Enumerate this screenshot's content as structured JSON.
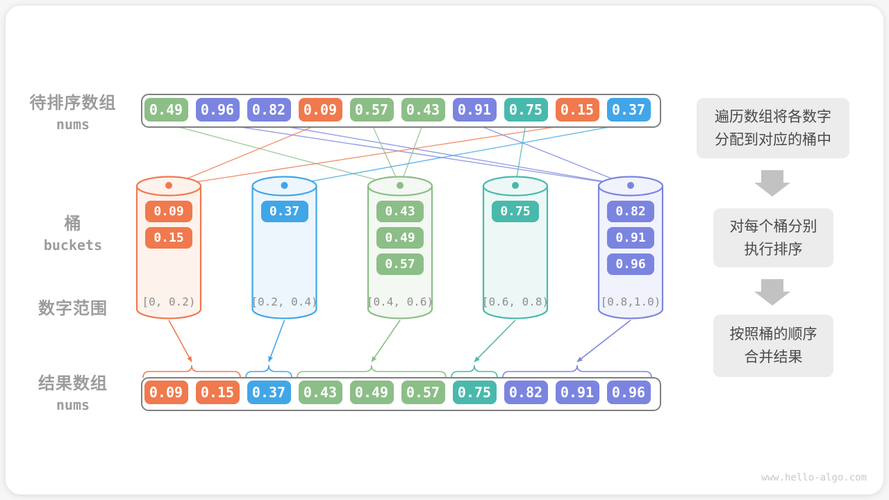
{
  "palette": {
    "green": "#8CBE87",
    "purple": "#7B85E0",
    "orange": "#F0794E",
    "teal": "#49B9AC",
    "blue": "#41A6E8",
    "light": {
      "green": "#F3F8F2",
      "purple": "#F0F2FC",
      "orange": "#FDF2EC",
      "teal": "#EDF8F6",
      "blue": "#EDF6FC"
    },
    "container_border": "#7f7f7f",
    "side_label": "#9c9c9c",
    "range_text": "#8f8f8f",
    "flow_box_bg": "#ececec",
    "flow_box_text": "#4a4a4a",
    "flow_arrow": "#c2c2c2",
    "watermark": "#c9c9c9"
  },
  "labels": {
    "input_title_zh": "待排序数组",
    "input_title_en": "nums",
    "buckets_title_zh": "桶",
    "buckets_title_en": "buckets",
    "range_title_zh": "数字范围",
    "result_title_zh": "结果数组",
    "result_title_en": "nums"
  },
  "input_array": [
    {
      "value": "0.49",
      "color": "green",
      "bucket": 2
    },
    {
      "value": "0.96",
      "color": "purple",
      "bucket": 4
    },
    {
      "value": "0.82",
      "color": "purple",
      "bucket": 4
    },
    {
      "value": "0.09",
      "color": "orange",
      "bucket": 0
    },
    {
      "value": "0.57",
      "color": "green",
      "bucket": 2
    },
    {
      "value": "0.43",
      "color": "green",
      "bucket": 2
    },
    {
      "value": "0.91",
      "color": "purple",
      "bucket": 4
    },
    {
      "value": "0.75",
      "color": "teal",
      "bucket": 3
    },
    {
      "value": "0.15",
      "color": "orange",
      "bucket": 0
    },
    {
      "value": "0.37",
      "color": "blue",
      "bucket": 1
    }
  ],
  "buckets": [
    {
      "color": "orange",
      "range": "[0, 0.2)",
      "values": [
        "0.09",
        "0.15"
      ]
    },
    {
      "color": "blue",
      "range": "[0.2, 0.4)",
      "values": [
        "0.37"
      ]
    },
    {
      "color": "green",
      "range": "[0.4, 0.6)",
      "values": [
        "0.43",
        "0.49",
        "0.57"
      ]
    },
    {
      "color": "teal",
      "range": "[0.6, 0.8)",
      "values": [
        "0.75"
      ]
    },
    {
      "color": "purple",
      "range": "[0.8,1.0)",
      "values": [
        "0.82",
        "0.91",
        "0.96"
      ]
    }
  ],
  "result_array": [
    {
      "value": "0.09",
      "color": "orange"
    },
    {
      "value": "0.15",
      "color": "orange"
    },
    {
      "value": "0.37",
      "color": "blue"
    },
    {
      "value": "0.43",
      "color": "green"
    },
    {
      "value": "0.49",
      "color": "green"
    },
    {
      "value": "0.57",
      "color": "green"
    },
    {
      "value": "0.75",
      "color": "teal"
    },
    {
      "value": "0.82",
      "color": "purple"
    },
    {
      "value": "0.91",
      "color": "purple"
    },
    {
      "value": "0.96",
      "color": "purple"
    }
  ],
  "result_groups": [
    {
      "color": "orange",
      "start": 0,
      "end": 1
    },
    {
      "color": "blue",
      "start": 2,
      "end": 2
    },
    {
      "color": "green",
      "start": 3,
      "end": 5
    },
    {
      "color": "teal",
      "start": 6,
      "end": 6
    },
    {
      "color": "purple",
      "start": 7,
      "end": 9
    }
  ],
  "flow_steps": [
    {
      "lines": [
        "遍历数组将各数字",
        "分配到对应的桶中"
      ]
    },
    {
      "lines": [
        "对每个桶分别",
        "执行排序"
      ]
    },
    {
      "lines": [
        "按照桶的顺序",
        "合并结果"
      ]
    }
  ],
  "watermark": "www.hello-algo.com"
}
